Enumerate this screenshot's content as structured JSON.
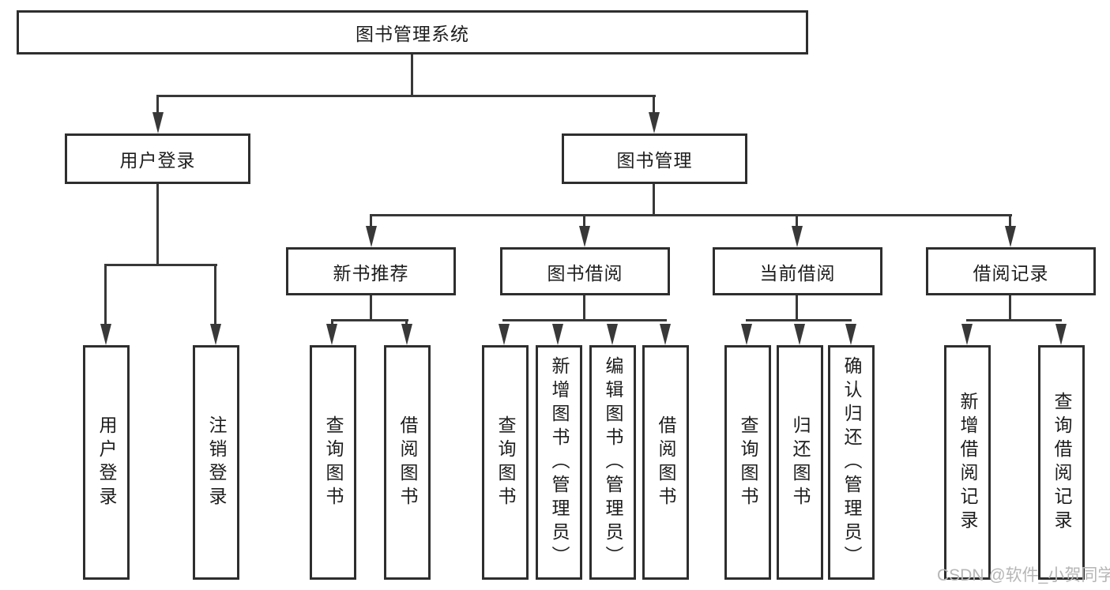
{
  "diagram_title": "图书管理系统",
  "colors": {
    "background": "#ffffff",
    "line": "#383838",
    "box_border": "#2e2e2e",
    "text": "#1d1d1d",
    "watermark": "#b6b6b6"
  },
  "watermark": {
    "text": "CSDN @软件_小贺同学"
  },
  "tree": {
    "label": "图书管理系统",
    "children": [
      {
        "label": "用户登录",
        "children": [
          {
            "label": "用户登录"
          },
          {
            "label": "注销登录"
          }
        ]
      },
      {
        "label": "图书管理",
        "children": [
          {
            "label": "新书推荐",
            "children": [
              {
                "label": "查询图书"
              },
              {
                "label": "借阅图书"
              }
            ]
          },
          {
            "label": "图书借阅",
            "children": [
              {
                "label": "查询图书"
              },
              {
                "label": "新增图书（管理员）"
              },
              {
                "label": "编辑图书（管理员）"
              },
              {
                "label": "借阅图书"
              }
            ]
          },
          {
            "label": "当前借阅",
            "children": [
              {
                "label": "查询图书"
              },
              {
                "label": "归还图书"
              },
              {
                "label": "确认归还（管理员）"
              }
            ]
          },
          {
            "label": "借阅记录",
            "children": [
              {
                "label": "新增借阅记录"
              },
              {
                "label": "查询借阅记录"
              }
            ]
          }
        ]
      }
    ]
  }
}
